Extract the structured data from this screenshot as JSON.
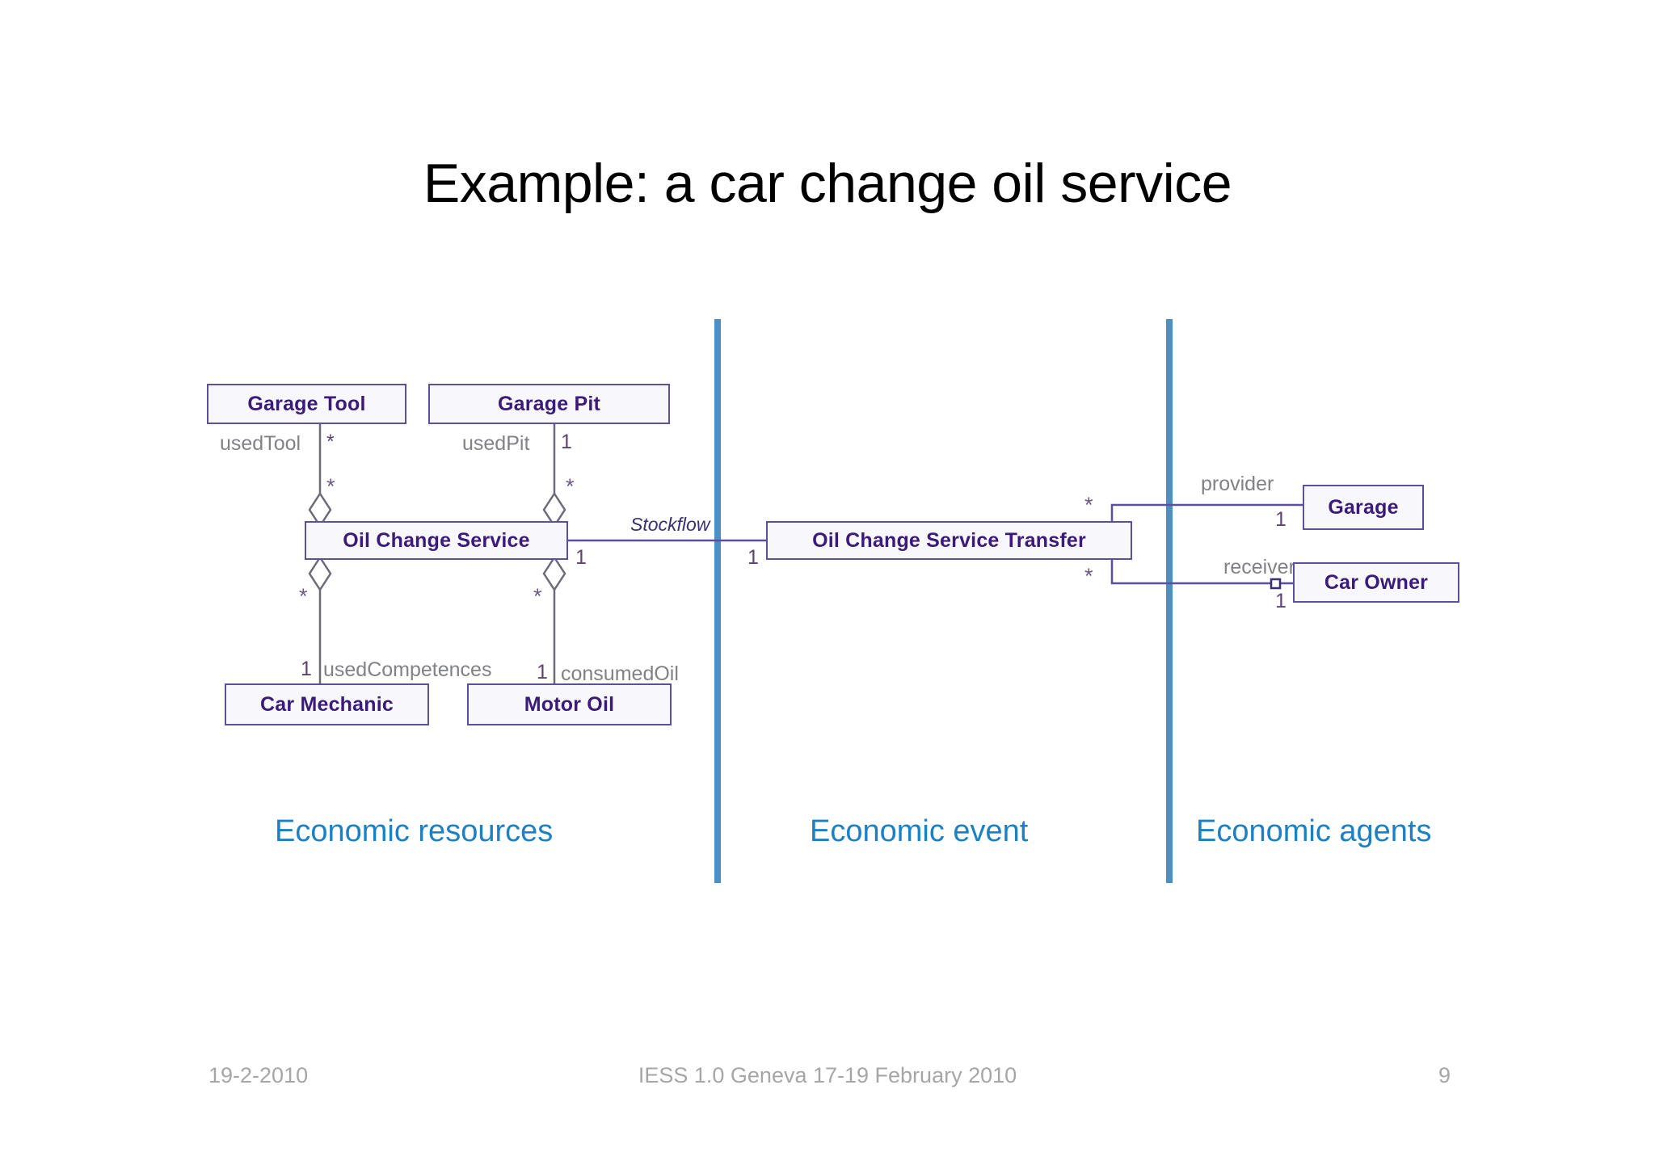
{
  "slide": {
    "title": "Example: a car change oil service",
    "page_number": "9"
  },
  "footer": {
    "date": "19-2-2010",
    "event": "IESS 1.0 Geneva 17-19 February 2010",
    "page": "9"
  },
  "sections": [
    {
      "id": "economic-resources",
      "caption": "Economic resources"
    },
    {
      "id": "economic-event",
      "caption": "Economic event"
    },
    {
      "id": "economic-agents",
      "caption": "Economic agents"
    }
  ],
  "diagram": {
    "type": "uml-class-diagram",
    "classes": [
      {
        "id": "garage-tool",
        "name": "Garage Tool",
        "section": "economic-resources"
      },
      {
        "id": "garage-pit",
        "name": "Garage Pit",
        "section": "economic-resources"
      },
      {
        "id": "oil-change",
        "name": "Oil Change Service",
        "section": "economic-resources"
      },
      {
        "id": "car-mechanic",
        "name": "Car Mechanic",
        "section": "economic-resources"
      },
      {
        "id": "motor-oil",
        "name": "Motor Oil",
        "section": "economic-resources"
      },
      {
        "id": "transfer",
        "name": "Oil Change Service Transfer",
        "section": "economic-event"
      },
      {
        "id": "garage",
        "name": "Garage",
        "section": "economic-agents"
      },
      {
        "id": "car-owner",
        "name": "Car Owner",
        "section": "economic-agents"
      }
    ],
    "associations": [
      {
        "id": "usedtool",
        "role": "usedTool",
        "from": "garage-tool",
        "to": "oil-change",
        "from_mult": "*",
        "to_mult": "*",
        "kind": "aggregation"
      },
      {
        "id": "usedpit",
        "role": "usedPit",
        "from": "garage-pit",
        "to": "oil-change",
        "from_mult": "1",
        "to_mult": "*",
        "kind": "aggregation"
      },
      {
        "id": "usedcompetences",
        "role": "usedCompetences",
        "from": "oil-change",
        "to": "car-mechanic",
        "from_mult": "*",
        "to_mult": "1",
        "kind": "aggregation"
      },
      {
        "id": "consumedoil",
        "role": "consumedOil",
        "from": "oil-change",
        "to": "motor-oil",
        "from_mult": "*",
        "to_mult": "1",
        "kind": "aggregation"
      },
      {
        "id": "stockflow",
        "role": "Stockflow",
        "from": "oil-change",
        "to": "transfer",
        "from_mult": "1",
        "to_mult": "1",
        "kind": "association"
      },
      {
        "id": "provider",
        "role": "provider",
        "from": "transfer",
        "to": "garage",
        "from_mult": "*",
        "to_mult": "1",
        "kind": "association"
      },
      {
        "id": "receiver",
        "role": "receiver",
        "from": "transfer",
        "to": "car-owner",
        "from_mult": "*",
        "to_mult": "1",
        "kind": "association"
      }
    ],
    "labels": {
      "usedtool": "usedTool",
      "usedpit": "usedPit",
      "usedcompetences": "usedCompetences",
      "consumedoil": "consumedOil",
      "stockflow": "Stockflow",
      "provider": "provider",
      "receiver": "receiver"
    },
    "multiplicities": {
      "tool_top": "*",
      "pit_top": "1",
      "ocs_right": "1",
      "transfer_left": "1",
      "mechanic_bottom": "1",
      "oil_bottom": "1",
      "garage": "1",
      "car_owner": "1",
      "tool_diamond": "*",
      "pit_diamond": "*",
      "mechanic_diamond": "*",
      "oil_diamond": "*",
      "provider_star": "*",
      "receiver_star": "*"
    }
  },
  "colors": {
    "box_fill": "#f8f7fc",
    "box_border": "#5b4f9e",
    "box_text": "#3b1b7a",
    "divider": "#4a90c4",
    "caption": "#1b80c4",
    "role_label": "#808285",
    "footer": "#a6a6a6",
    "title": "#000000"
  }
}
